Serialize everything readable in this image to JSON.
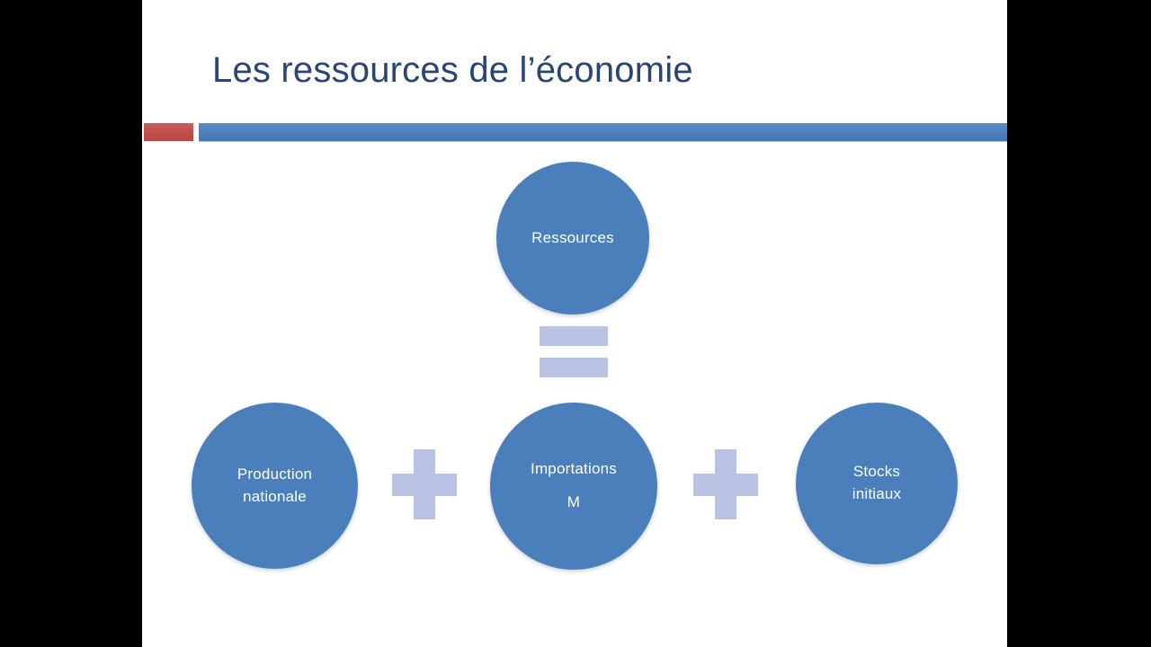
{
  "slide": {
    "title": "Les ressources de l’économie",
    "background_color": "#ffffff",
    "title_color": "#2a4573"
  },
  "frame": {
    "letterbox_color": "#000000"
  },
  "title_rule": {
    "accent_color": "#c0504d",
    "bar_color": "#4a7fbc"
  },
  "diagram": {
    "type": "equation-diagram",
    "node_color": "#4a7fbc",
    "operator_color": "#b9c2e2",
    "node_text_color": "#ffffff",
    "result": {
      "id": "ressources",
      "label": "Ressources"
    },
    "equals": {
      "symbol": "=",
      "name": "equals-sign"
    },
    "terms": [
      {
        "id": "production-nationale",
        "label": "Production\nnationale",
        "line1": "Production",
        "line2": "nationale"
      },
      {
        "id": "importations",
        "label": "Importations",
        "line1": "Importations",
        "symbol": "M"
      },
      {
        "id": "stocks-initiaux",
        "label": "Stocks\ninitiaux",
        "line1": "Stocks",
        "line2": "initiaux"
      }
    ],
    "operators": [
      {
        "id": "plus-1",
        "symbol": "+"
      },
      {
        "id": "plus-2",
        "symbol": "+"
      }
    ],
    "equation_text": "Ressources = Production nationale + Importations M + Stocks initiaux"
  }
}
